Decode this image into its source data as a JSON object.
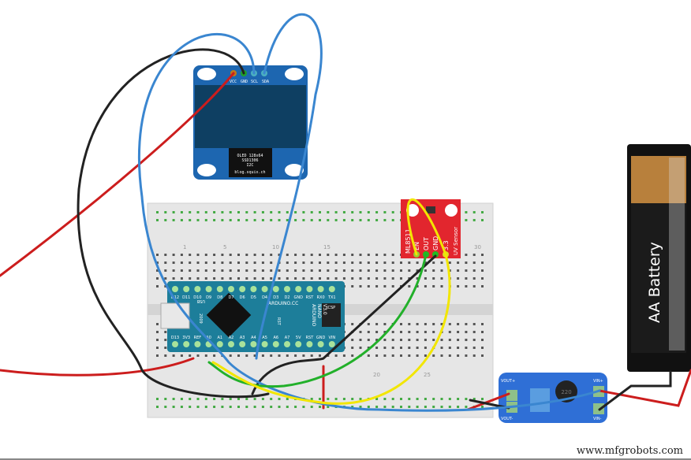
{
  "breadboard": {
    "column_numbers": [
      "1",
      "5",
      "10",
      "15",
      "20",
      "25",
      "30"
    ]
  },
  "oled": {
    "pins": [
      "VCC",
      "GND",
      "SCL",
      "SDA"
    ],
    "label_lines": [
      "OLED 128x64",
      "SSD1306",
      "I2C"
    ],
    "site": "blog.squix.ch"
  },
  "arduino": {
    "top_pins": [
      "D12",
      "D11",
      "D10",
      "D9",
      "D8",
      "D7",
      "D6",
      "D5",
      "D4",
      "D3",
      "D2",
      "GND",
      "RST",
      "RX0",
      "TX1"
    ],
    "bottom_pins": [
      "D13",
      "3V3",
      "REF",
      "A0",
      "A1",
      "A2",
      "A3",
      "A4",
      "A5",
      "A6",
      "A7",
      "5V",
      "RST",
      "GND",
      "VIN"
    ],
    "brand": "ARDUINO.CC",
    "model_line1": "ARDUINO",
    "model_line2": "NANO",
    "model_line3": "V3.0",
    "icsp": "ICSP",
    "usb": "USB",
    "year": "2009",
    "rst": "RST"
  },
  "uv_sensor": {
    "chip": "ML8511",
    "pins": [
      "EN",
      "OUT",
      "GND",
      "3.3"
    ],
    "label": "UV Sensor"
  },
  "booster": {
    "vout_plus": "VOUT+",
    "vout_minus": "VOUT-",
    "vin_plus": "VIN+",
    "vin_minus": "VIN-",
    "inductor": "220"
  },
  "battery": {
    "label": "AA Battery"
  },
  "wire_colors": {
    "red": "#cc1d1d",
    "black": "#222222",
    "blue": "#3a86d0",
    "green": "#22b02a",
    "yellow": "#f2e600"
  },
  "watermark": "www.mfgrobots.com"
}
